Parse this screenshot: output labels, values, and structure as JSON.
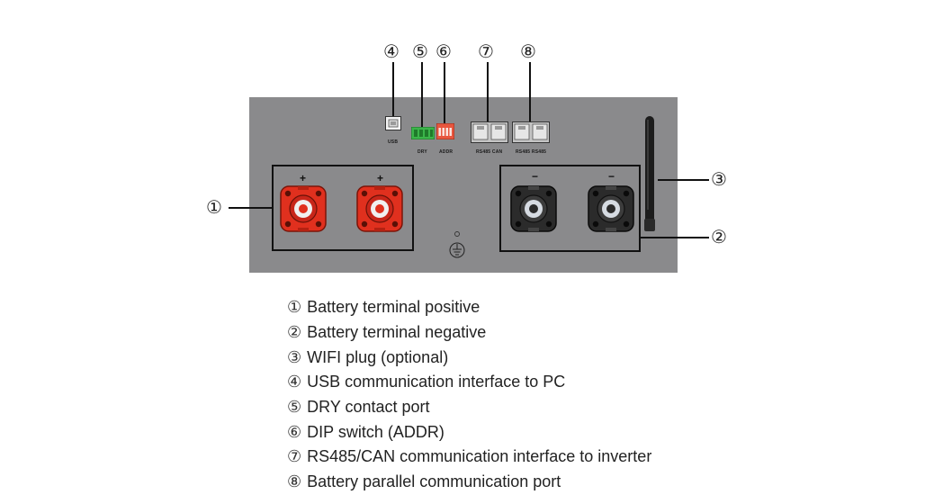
{
  "callouts": [
    "①",
    "②",
    "③",
    "④",
    "⑤",
    "⑥",
    "⑦",
    "⑧"
  ],
  "port_labels": {
    "usb": "USB",
    "dry": "DRY",
    "addr": "ADDR",
    "rs485_can": "RS485  CAN",
    "rs485_parallel": "RS485  RS485"
  },
  "polarity": {
    "positive": "+",
    "negative": "−"
  },
  "legend": [
    {
      "num": "①",
      "text": "Battery terminal positive"
    },
    {
      "num": "②",
      "text": "Battery terminal negative"
    },
    {
      "num": "③",
      "text": "WIFI plug (optional)"
    },
    {
      "num": "④",
      "text": "USB communication interface to PC"
    },
    {
      "num": "⑤",
      "text": "DRY contact port"
    },
    {
      "num": "⑥",
      "text": "DIP switch (ADDR)"
    },
    {
      "num": "⑦",
      "text": "RS485/CAN communication interface to inverter"
    },
    {
      "num": "⑧",
      "text": "Battery parallel communication port"
    }
  ],
  "colors": {
    "panel": "#8a8a8c",
    "positive_terminal": "#e0301e",
    "negative_terminal": "#2b2b2b",
    "dry_port": "#3bb54a",
    "addr_switch": "#e8563e"
  },
  "icons": {
    "ground": "ground-symbol-icon",
    "antenna": "wifi-antenna-icon"
  }
}
